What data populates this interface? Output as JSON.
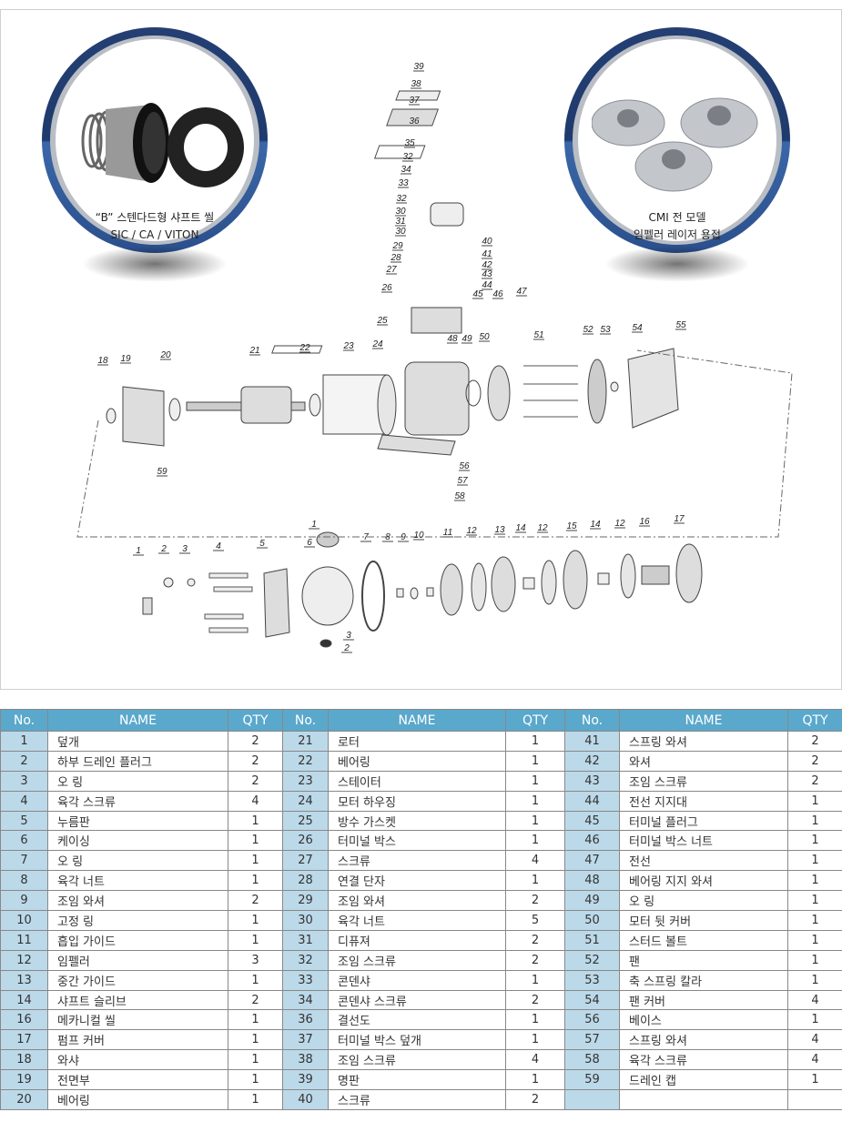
{
  "badges": {
    "left": {
      "line1": "“B” 스텐다드형 샤프트 씰",
      "line2": "SIC / CA / VITON"
    },
    "right": {
      "line1": "CMI 전 모델",
      "line2": "임펠러 레이저 용접"
    }
  },
  "callouts": [
    "39",
    "38",
    "37",
    "36",
    "35",
    "32",
    "34",
    "33",
    "32",
    "30",
    "31",
    "30",
    "29",
    "28",
    "27",
    "26",
    "25",
    "24",
    "23",
    "22",
    "21",
    "20",
    "19",
    "18",
    "59",
    "40",
    "41",
    "42",
    "43",
    "44",
    "45",
    "46",
    "47",
    "48",
    "49",
    "50",
    "51",
    "52",
    "53",
    "54",
    "55",
    "56",
    "57",
    "58",
    "1",
    "1",
    "2",
    "3",
    "4",
    "5",
    "6",
    "7",
    "8",
    "9",
    "10",
    "11",
    "12",
    "13",
    "14",
    "12",
    "15",
    "14",
    "12",
    "16",
    "17",
    "3",
    "2"
  ],
  "table": {
    "headers": {
      "no": "No.",
      "name": "NAME",
      "qty": "QTY"
    },
    "rows": [
      [
        [
          "1",
          "덮개",
          "2"
        ],
        [
          "21",
          "로터",
          "1"
        ],
        [
          "41",
          "스프링 와셔",
          "2"
        ]
      ],
      [
        [
          "2",
          "하부 드레인 플러그",
          "2"
        ],
        [
          "22",
          "베어링",
          "1"
        ],
        [
          "42",
          "와셔",
          "2"
        ]
      ],
      [
        [
          "3",
          "오 링",
          "2"
        ],
        [
          "23",
          "스테이터",
          "1"
        ],
        [
          "43",
          "조임 스크류",
          "2"
        ]
      ],
      [
        [
          "4",
          "육각 스크류",
          "4"
        ],
        [
          "24",
          "모터 하우징",
          "1"
        ],
        [
          "44",
          "전선 지지대",
          "1"
        ]
      ],
      [
        [
          "5",
          "누름판",
          "1"
        ],
        [
          "25",
          "방수 가스켓",
          "1"
        ],
        [
          "45",
          "터미널 플러그",
          "1"
        ]
      ],
      [
        [
          "6",
          "케이싱",
          "1"
        ],
        [
          "26",
          "터미널 박스",
          "1"
        ],
        [
          "46",
          "터미널 박스 너트",
          "1"
        ]
      ],
      [
        [
          "7",
          "오 링",
          "1"
        ],
        [
          "27",
          "스크류",
          "4"
        ],
        [
          "47",
          "전선",
          "1"
        ]
      ],
      [
        [
          "8",
          "육각 너트",
          "1"
        ],
        [
          "28",
          "연결 단자",
          "1"
        ],
        [
          "48",
          "베어링 지지 와셔",
          "1"
        ]
      ],
      [
        [
          "9",
          "조임 와셔",
          "2"
        ],
        [
          "29",
          "조임 와셔",
          "2"
        ],
        [
          "49",
          "오 링",
          "1"
        ]
      ],
      [
        [
          "10",
          "고정 링",
          "1"
        ],
        [
          "30",
          "육각 너트",
          "5"
        ],
        [
          "50",
          "모터 뒷 커버",
          "1"
        ]
      ],
      [
        [
          "11",
          "흡입 가이드",
          "1"
        ],
        [
          "31",
          "디퓨져",
          "2"
        ],
        [
          "51",
          "스터드 볼트",
          "1"
        ]
      ],
      [
        [
          "12",
          "임펠러",
          "3"
        ],
        [
          "32",
          "조임 스크류",
          "2"
        ],
        [
          "52",
          "팬",
          "1"
        ]
      ],
      [
        [
          "13",
          "중간 가이드",
          "1"
        ],
        [
          "33",
          "콘덴샤",
          "1"
        ],
        [
          "53",
          "축 스프링 칼라",
          "1"
        ]
      ],
      [
        [
          "14",
          "샤프트 슬리브",
          "2"
        ],
        [
          "34",
          "콘덴샤 스크류",
          "2"
        ],
        [
          "54",
          "팬 커버",
          "4"
        ]
      ],
      [
        [
          "16",
          "메카니컬 씰",
          "1"
        ],
        [
          "36",
          "결선도",
          "1"
        ],
        [
          "56",
          "베이스",
          "1"
        ]
      ],
      [
        [
          "17",
          "펌프 커버",
          "1"
        ],
        [
          "37",
          "터미널 박스 덮개",
          "1"
        ],
        [
          "57",
          "스프링 와셔",
          "4"
        ]
      ],
      [
        [
          "18",
          "와샤",
          "1"
        ],
        [
          "38",
          "조임 스크류",
          "4"
        ],
        [
          "58",
          "육각 스크류",
          "4"
        ]
      ],
      [
        [
          "19",
          "전면부",
          "1"
        ],
        [
          "39",
          "명판",
          "1"
        ],
        [
          "59",
          "드레인 캡",
          "1"
        ]
      ],
      [
        [
          "20",
          "베어링",
          "1"
        ],
        [
          "40",
          "스크류",
          "2"
        ],
        [
          "",
          "",
          ""
        ]
      ]
    ]
  }
}
